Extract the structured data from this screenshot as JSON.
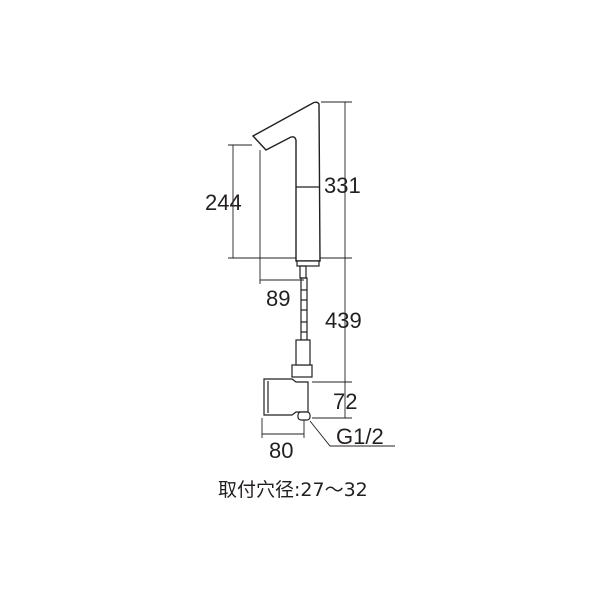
{
  "drawing": {
    "subject": "faucet dimension drawing",
    "dimensions": {
      "total_height_spout": "331",
      "spout_height": "244",
      "spout_reach": "89",
      "hose_length": "439",
      "valve_height": "72",
      "valve_width": "80",
      "thread": "G1/2"
    },
    "note": "取付穴径:27～32",
    "colors": {
      "line": "#231f20",
      "background": "#ffffff"
    }
  }
}
